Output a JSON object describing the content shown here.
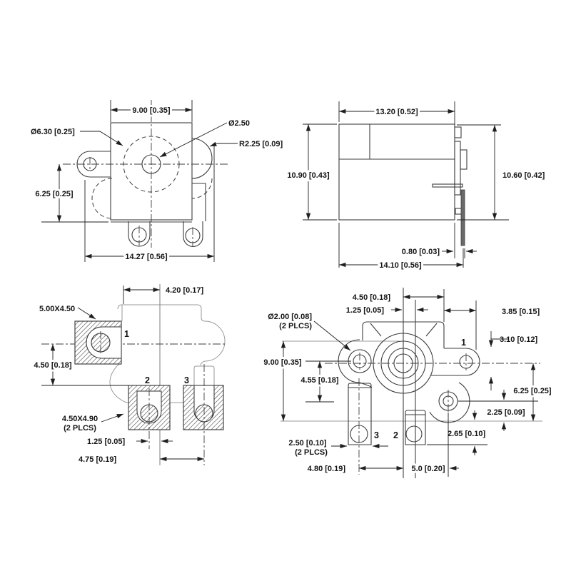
{
  "drawing": {
    "type": "engineering-dimension-drawing",
    "part": "dc-power-jack-connector",
    "units_note": "mm [inch]",
    "colors": {
      "background": "#ffffff",
      "line": "#3d3d3d",
      "light_line": "#9a9a9a",
      "dim": "#1f1f1f"
    }
  },
  "views": {
    "front": {
      "dim_width_top": "9.00 [0.35]",
      "dia_body": "Ø6.30 [0.25]",
      "dia_pin": "Ø2.50",
      "radius_side": "R2.25 [0.09]",
      "dim_height": "6.25 [0.25]",
      "dim_width_bottom": "14.27 [0.56]"
    },
    "side": {
      "dim_width_top": "13.20 [0.52]",
      "dim_height_left": "10.90 [0.43]",
      "dim_height_right": "10.60 [0.42]",
      "dim_pin_gap": "0.80 [0.03]",
      "dim_width_bottom": "14.10 [0.56]"
    },
    "bottom": {
      "dim_offset_center": "4.20 [0.17]",
      "pad1_size": "5.00X4.50",
      "dim_row_gap": "4.50 [0.18]",
      "pad23_size": "4.50X4.90",
      "pad23_qty": "(2 PLCS)",
      "dim_pin2_offset": "1.25 [0.05]",
      "dim_pin3_offset": "4.75 [0.19]",
      "pin1_label": "1",
      "pin2_label": "2",
      "pin3_label": "3"
    },
    "top": {
      "dim_top_width": "4.50 [0.18]",
      "dim_pin2_offset": "1.25 [0.05]",
      "hole_dia": "Ø2.00 [0.08]",
      "hole_qty": "(2 PLCS)",
      "dim_ear_len": "3.85 [0.15]",
      "dim_ear_h": "3.10 [0.12]",
      "dim_body_w": "9.00 [0.35]",
      "dim_mid": "4.55 [0.18]",
      "dim_right_h": "6.25 [0.25]",
      "dim_lug": "2.25 [0.09]",
      "dim_pin_ext": "2.65 [0.10]",
      "pin_width": "2.50 [0.10]",
      "pin_width_qty": "(2 PLCS)",
      "dim_pin3_x": "4.80 [0.19]",
      "dim_pin2_x": "5.0 [0.20]",
      "pin1_label": "1",
      "pin2_label": "2",
      "pin3_label": "3"
    }
  }
}
